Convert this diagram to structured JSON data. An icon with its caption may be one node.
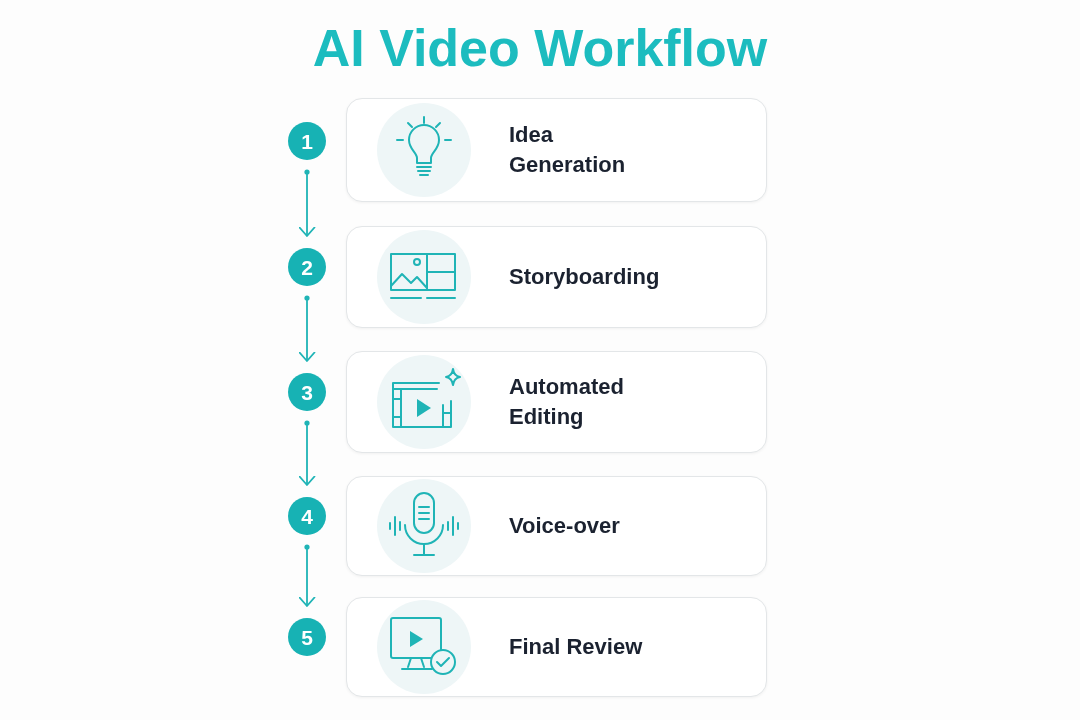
{
  "diagram": {
    "title": "AI Video Workflow",
    "nodes": [
      {
        "text": [
          "1"
        ]
      },
      {
        "text": [
          "Idea Generation"
        ]
      },
      {
        "text": [
          "2"
        ]
      },
      {
        "text": [
          "Storyboarding"
        ]
      },
      {
        "text": [
          "3"
        ]
      },
      {
        "text": [
          "Automated Editing"
        ]
      },
      {
        "text": [
          "4"
        ]
      },
      {
        "text": [
          "Voice-over"
        ]
      },
      {
        "text": [
          "5"
        ]
      },
      {
        "text": [
          "Final Review"
        ]
      }
    ],
    "edges": [
      {
        "from": 0,
        "to": 2,
        "arrow": "to"
      },
      {
        "from": 2,
        "to": 4,
        "arrow": "to"
      },
      {
        "from": 4,
        "to": 6,
        "arrow": "to"
      },
      {
        "from": 6,
        "to": 8,
        "arrow": "to"
      }
    ]
  }
}
